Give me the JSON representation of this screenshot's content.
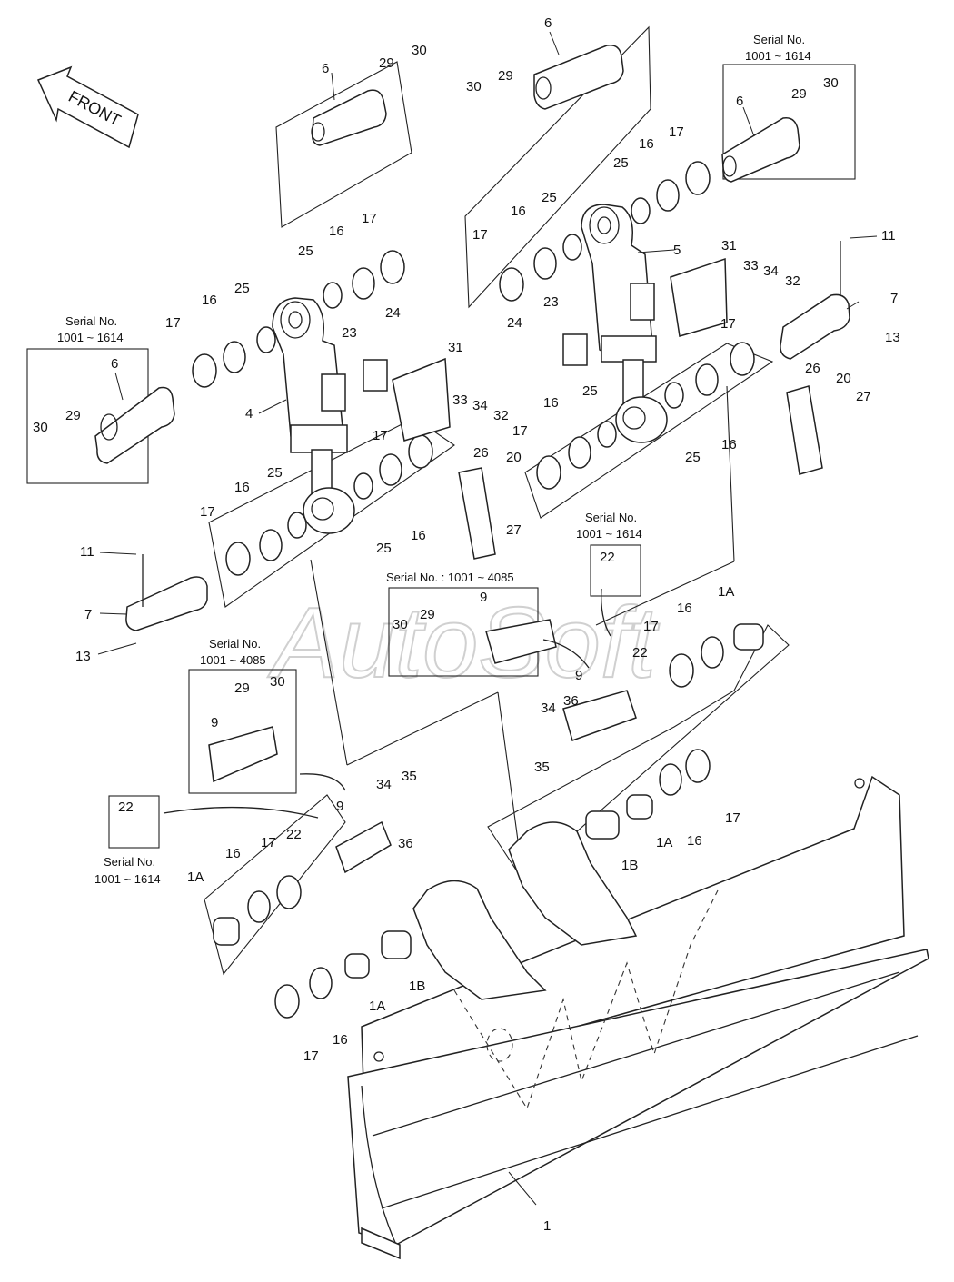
{
  "watermark": "AutoSoft",
  "front_arrow": {
    "label": "FRONT"
  },
  "serial_notes": {
    "serial_label": "Serial No.",
    "range_1614": "1001 ~ 1614",
    "range_4085": "1001 ~ 4085",
    "inline_4085": "Serial No. : 1001 ~ 4085"
  },
  "callouts": {
    "c1": "1",
    "c1A": "1A",
    "c1B": "1B",
    "c4": "4",
    "c5": "5",
    "c6": "6",
    "c7": "7",
    "c9": "9",
    "c11": "11",
    "c13": "13",
    "c16": "16",
    "c17": "17",
    "c20": "20",
    "c22": "22",
    "c23": "23",
    "c24": "24",
    "c25": "25",
    "c26": "26",
    "c27": "27",
    "c29": "29",
    "c30": "30",
    "c31": "31",
    "c32": "32",
    "c33": "33",
    "c34": "34",
    "c35": "35",
    "c36": "36"
  }
}
